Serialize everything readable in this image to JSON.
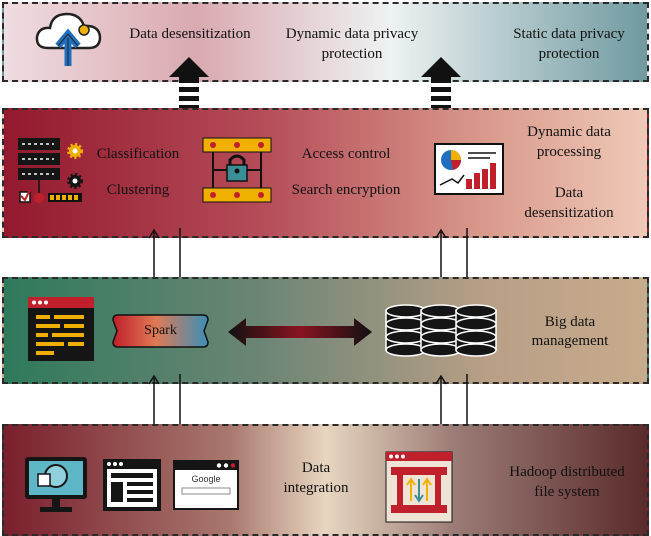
{
  "top_layer": {
    "data_desensitization": "Data desensitization",
    "dynamic_privacy_line1": "Dynamic data privacy",
    "dynamic_privacy_line2": "protection",
    "static_privacy_line1": "Static data privacy",
    "static_privacy_line2": "protection"
  },
  "processing_layer": {
    "classification": "Classification",
    "clustering": "Clustering",
    "access_control": "Access control",
    "search_encryption": "Search encryption",
    "dynamic_processing_line1": "Dynamic data",
    "dynamic_processing_line2": "processing",
    "desensitization_line1": "Data",
    "desensitization_line2": "desensitization"
  },
  "management_layer": {
    "spark": "Spark",
    "big_data_line1": "Big data",
    "big_data_line2": "management"
  },
  "storage_layer": {
    "google": "Google",
    "data_integration_line1": "Data",
    "data_integration_line2": "integration",
    "hadoop_line1": "Hadoop distributed",
    "hadoop_line2": "file system"
  },
  "colors": {
    "red_panel": "#c0202b",
    "yellow_bar": "#f0b000",
    "dark": "#151515",
    "blue_arrow": "#1f6fbf"
  },
  "icons": [
    "cloud-upload-icon",
    "server-rack-icon",
    "gear-icon",
    "lock-panel-icon",
    "report-chart-icon",
    "code-window-icon",
    "spark-banner-icon",
    "double-arrow-icon",
    "database-stack-icon",
    "monitor-icon",
    "browser-window-icon",
    "google-window-icon",
    "hadoop-filesystem-icon",
    "thick-up-arrow-icon",
    "bidirectional-arrow-icon"
  ]
}
